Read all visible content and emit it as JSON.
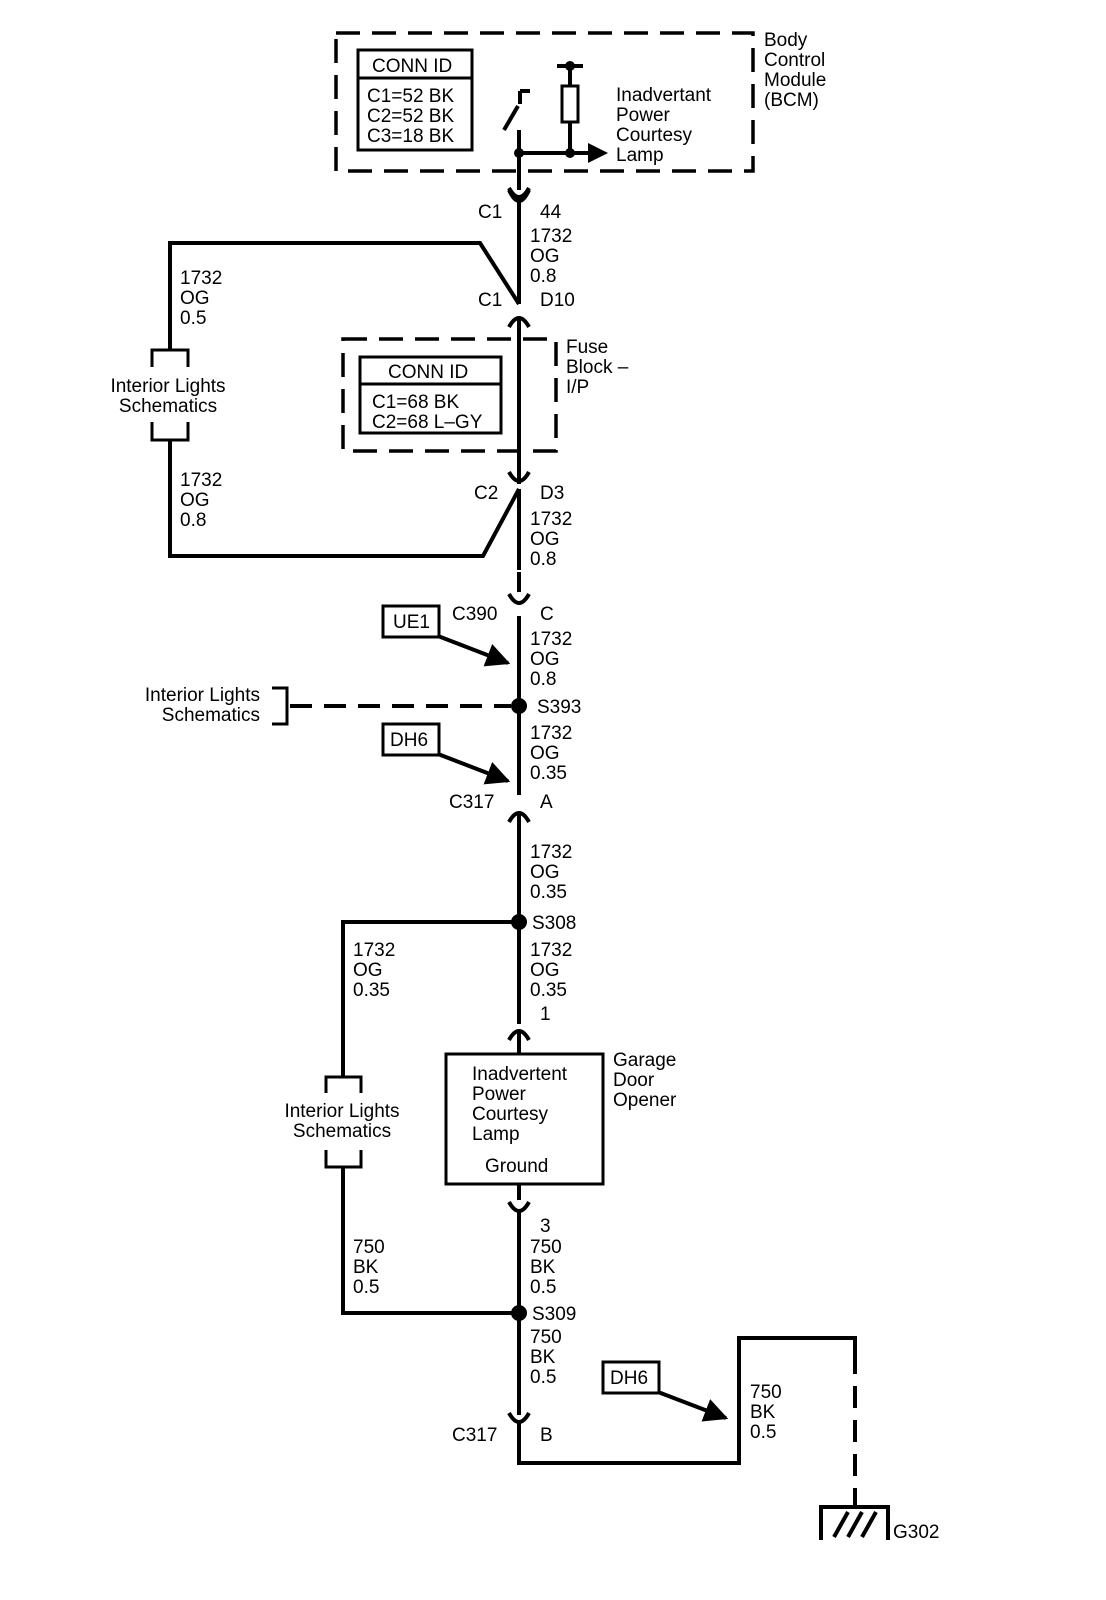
{
  "bcm": {
    "module_lines": [
      "Body",
      "Control",
      "Module",
      "(BCM)"
    ],
    "conn_id_title": "CONN ID",
    "conn_id_lines": [
      "C1=52 BK",
      "C2=52 BK",
      "C3=18 BK"
    ],
    "output_lines": [
      "Inadvertant",
      "Power",
      "Courtesy",
      "Lamp"
    ],
    "connector": "C1",
    "pin": "44"
  },
  "wire_1732_08_a": [
    "1732",
    "OG",
    "0.8"
  ],
  "fuse_block": {
    "name_lines": [
      "Fuse",
      "Block –",
      "I/P"
    ],
    "conn_id_title": "CONN ID",
    "conn_id_lines": [
      "C1=68 BK",
      "C2=68 L–GY"
    ],
    "top_connector": "C1",
    "top_pin": "D10",
    "bottom_connector": "C2",
    "bottom_pin": "D3"
  },
  "bypass_left": {
    "top_wire": [
      "1732",
      "OG",
      "0.5"
    ],
    "ref_lines": [
      "Interior Lights",
      "Schematics"
    ],
    "bottom_wire": [
      "1732",
      "OG",
      "0.8"
    ]
  },
  "wire_1732_08_b": [
    "1732",
    "OG",
    "0.8"
  ],
  "c390": {
    "connector": "C390",
    "pin": "C",
    "option": "UE1"
  },
  "wire_1732_08_c": [
    "1732",
    "OG",
    "0.8"
  ],
  "s393": {
    "splice": "S393",
    "ref_lines": [
      "Interior Lights",
      "Schematics"
    ]
  },
  "wire_1732_035_a": [
    "1732",
    "OG",
    "0.35"
  ],
  "c317_a": {
    "connector": "C317",
    "pin": "A",
    "option": "DH6"
  },
  "wire_1732_035_b": [
    "1732",
    "OG",
    "0.35"
  ],
  "s308": {
    "splice": "S308"
  },
  "wire_1732_035_left": [
    "1732",
    "OG",
    "0.35"
  ],
  "wire_1732_035_c": [
    "1732",
    "OG",
    "0.35"
  ],
  "gdo": {
    "pin_in": "1",
    "name_lines": [
      "Garage",
      "Door",
      "Opener"
    ],
    "box_lines": [
      "Inadvertent",
      "Power",
      "Courtesy",
      "Lamp"
    ],
    "ground_label": "Ground",
    "pin_out": "3"
  },
  "lower_left_ref": [
    "Interior Lights",
    "Schematics"
  ],
  "wire_750_left": [
    "750",
    "BK",
    "0.5"
  ],
  "wire_750_a": [
    "750",
    "BK",
    "0.5"
  ],
  "s309": {
    "splice": "S309"
  },
  "wire_750_b": [
    "750",
    "BK",
    "0.5"
  ],
  "c317_b": {
    "connector": "C317",
    "pin": "B",
    "option": "DH6"
  },
  "wire_750_c": [
    "750",
    "BK",
    "0.5"
  ],
  "ground": {
    "label": "G302"
  }
}
